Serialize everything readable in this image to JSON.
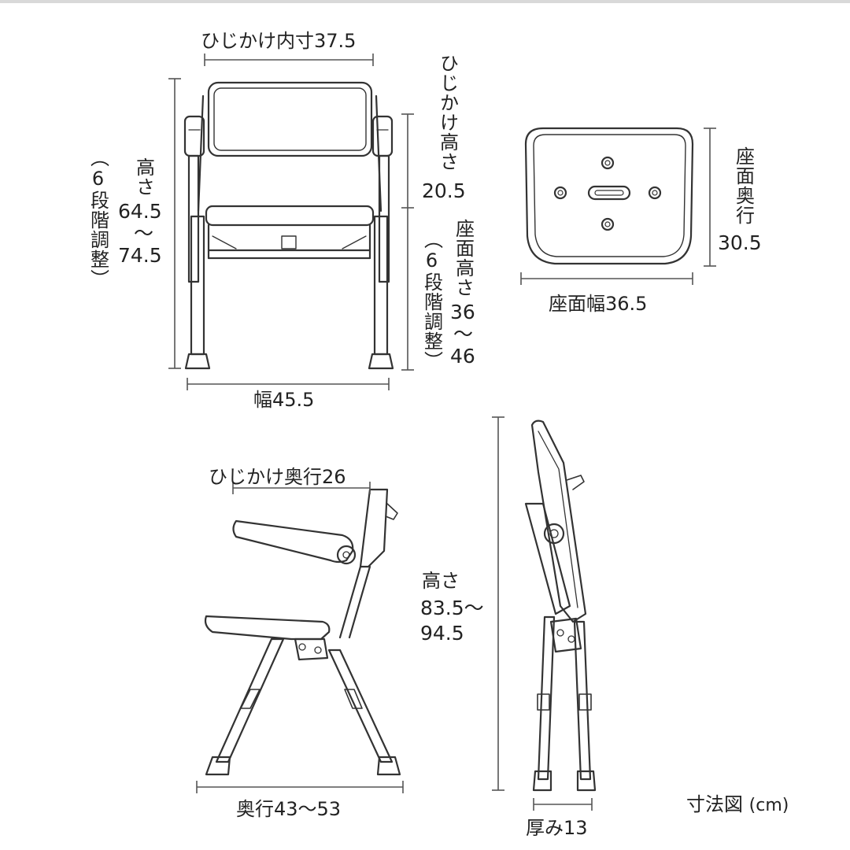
{
  "front_view": {
    "armrest_inner_width": "ひじかけ内寸37.5",
    "height_label": "高さ",
    "height_range_min": "64.5",
    "height_range_tilde": "～",
    "height_range_max": "74.5",
    "height_adjust_note": "（6段階調整）",
    "armrest_height_label": "ひじかけ高さ",
    "armrest_height_value": "20.5",
    "seat_height_label": "座面高さ",
    "seat_height_min": "36",
    "seat_height_tilde": "～",
    "seat_height_max": "46",
    "seat_adjust_note": "（6段階調整）",
    "width": "幅45.5"
  },
  "seat_view": {
    "depth_label": "座面奥行",
    "depth_value": "30.5",
    "width": "座面幅36.5"
  },
  "side_view": {
    "armrest_depth": "ひじかけ奥行26",
    "height_label": "高さ",
    "height_min": "83.5～",
    "height_max": "94.5",
    "depth": "奥行43～53"
  },
  "folded_view": {
    "thickness": "厚み13"
  },
  "caption": {
    "text": "寸法図",
    "unit": "(cm)"
  },
  "colors": {
    "line": "#333333",
    "dim_line": "#555555",
    "top_rule": "#d9d9d9"
  }
}
